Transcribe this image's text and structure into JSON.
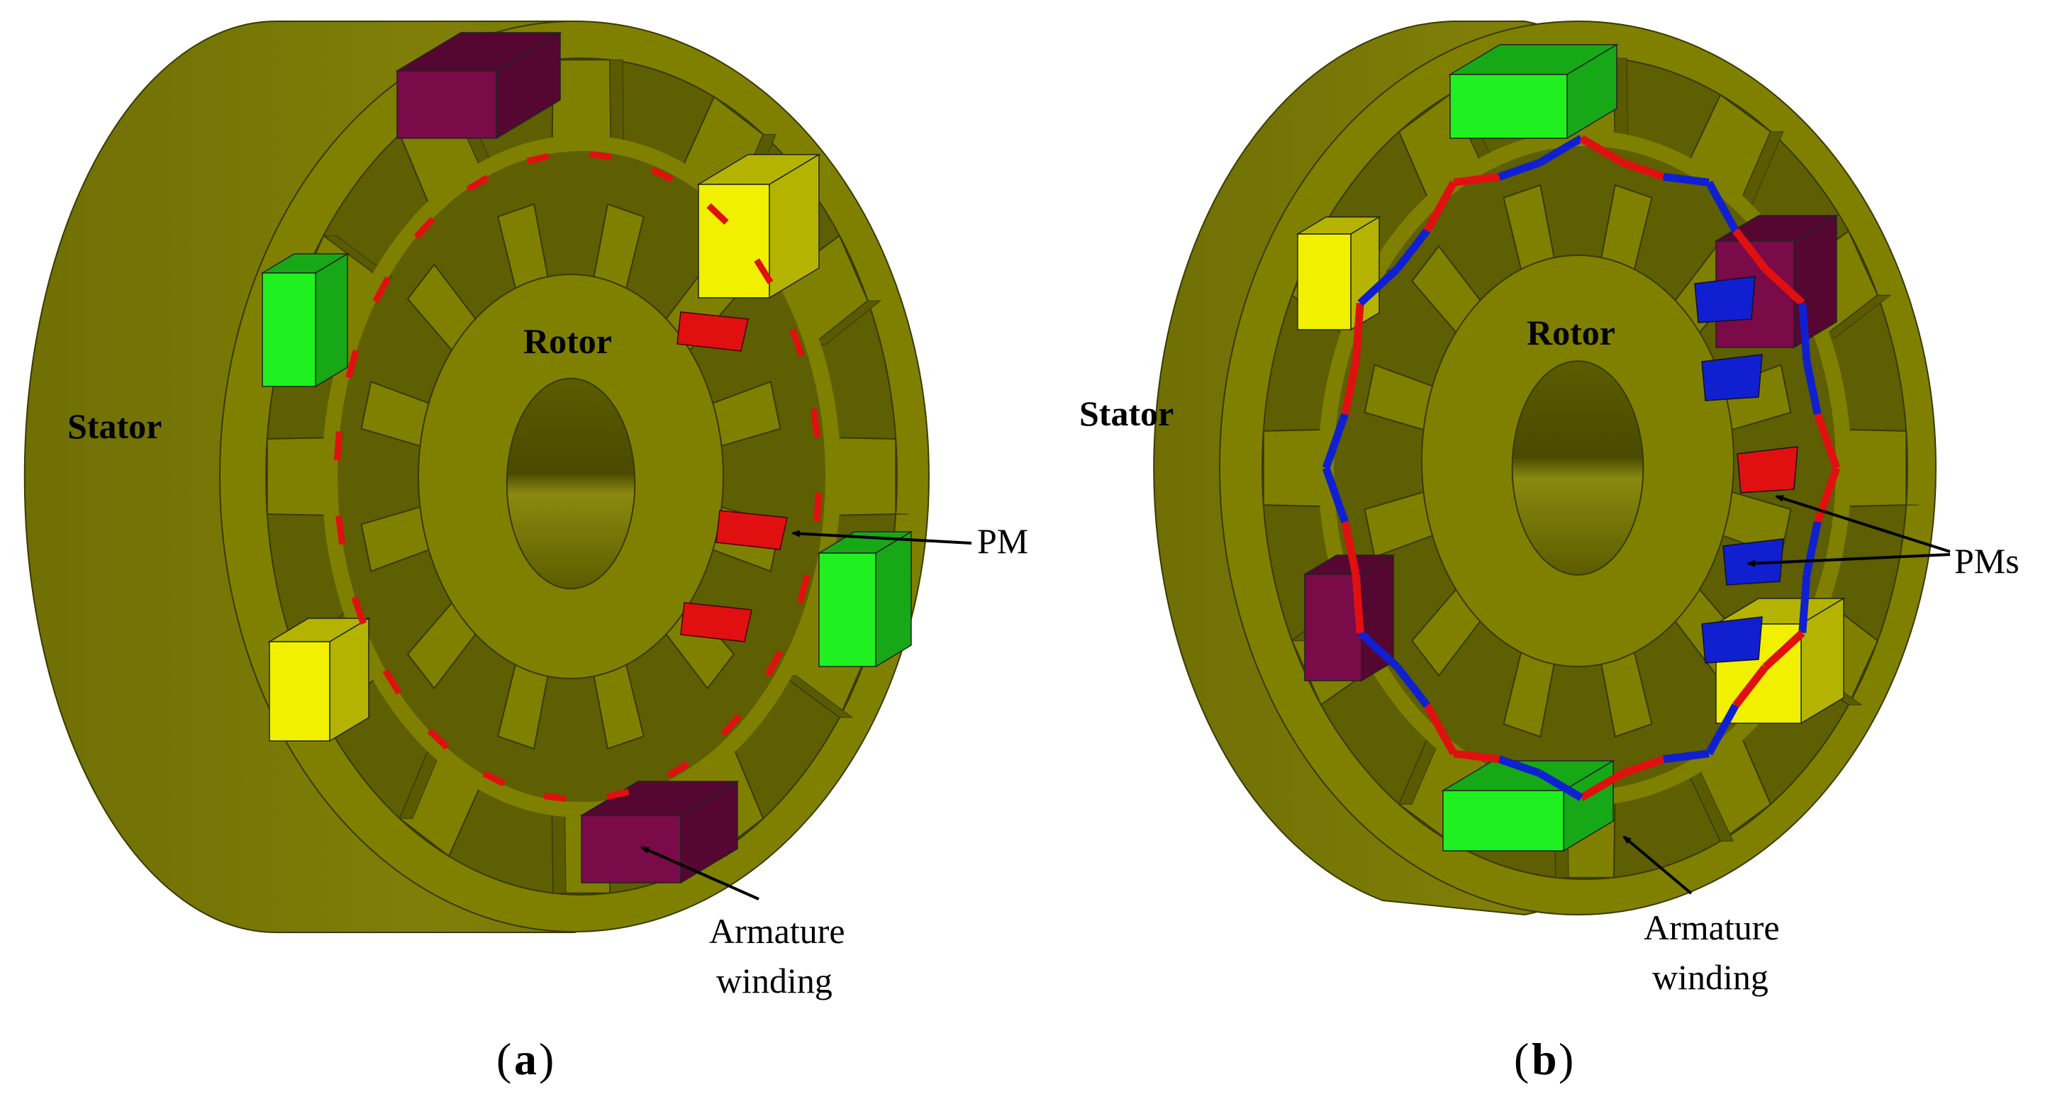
{
  "colors": {
    "iron_face": "#808000",
    "iron_dark": "#5a5a00",
    "iron_mid": "#6e6e0a",
    "iron_edge": "#3a3a00",
    "pm_red": "#e01010",
    "pm_blue": "#1020d0",
    "coil_maroon": "#7a0a48",
    "coil_yellow": "#f0f000",
    "coil_green": "#20f020"
  },
  "panel_a": {
    "caption_open": "(",
    "caption_letter": "a",
    "caption_close": ")",
    "labels": {
      "stator": "Stator",
      "rotor": "Rotor",
      "pm": "PM",
      "winding_line1": "Armature",
      "winding_line2": "winding"
    },
    "stator_slots": 12,
    "rotor_teeth": 12
  },
  "panel_b": {
    "caption_open": "(",
    "caption_letter": "b",
    "caption_close": ")",
    "labels": {
      "stator": "Stator",
      "rotor": "Rotor",
      "pms": "PMs",
      "winding_line1": "Armature",
      "winding_line2": "winding"
    },
    "stator_slots": 12,
    "rotor_teeth": 12
  }
}
